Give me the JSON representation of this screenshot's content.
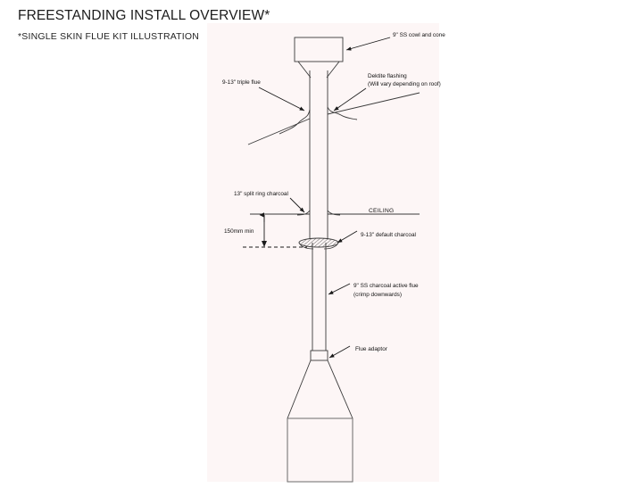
{
  "document": {
    "title": "FREESTANDING INSTALL OVERVIEW*",
    "subtitle": "*SINGLE SKIN FLUE KIT ILLUSTRATION"
  },
  "diagram": {
    "name": "freestanding-flue-install-diagram",
    "background_color": "#fdf6f6",
    "line_color": "#3a3a3a",
    "labels": {
      "cowl": "9\" SS cowl and cone",
      "triple_flue": "9-13\" triple flue",
      "dektite_line1": "Dektite flashing",
      "dektite_line2": "(Will vary depending on roof)",
      "split_ring": "13\" split ring charcoal",
      "ceiling": "CEILING",
      "dimension": "150mm min",
      "default_charcoal": "9-13\" default charcoal",
      "active_flue_line1": "9\" SS charcoal active flue",
      "active_flue_line2": "(crimp downwards)",
      "flue_adaptor": "Flue adaptor"
    }
  }
}
